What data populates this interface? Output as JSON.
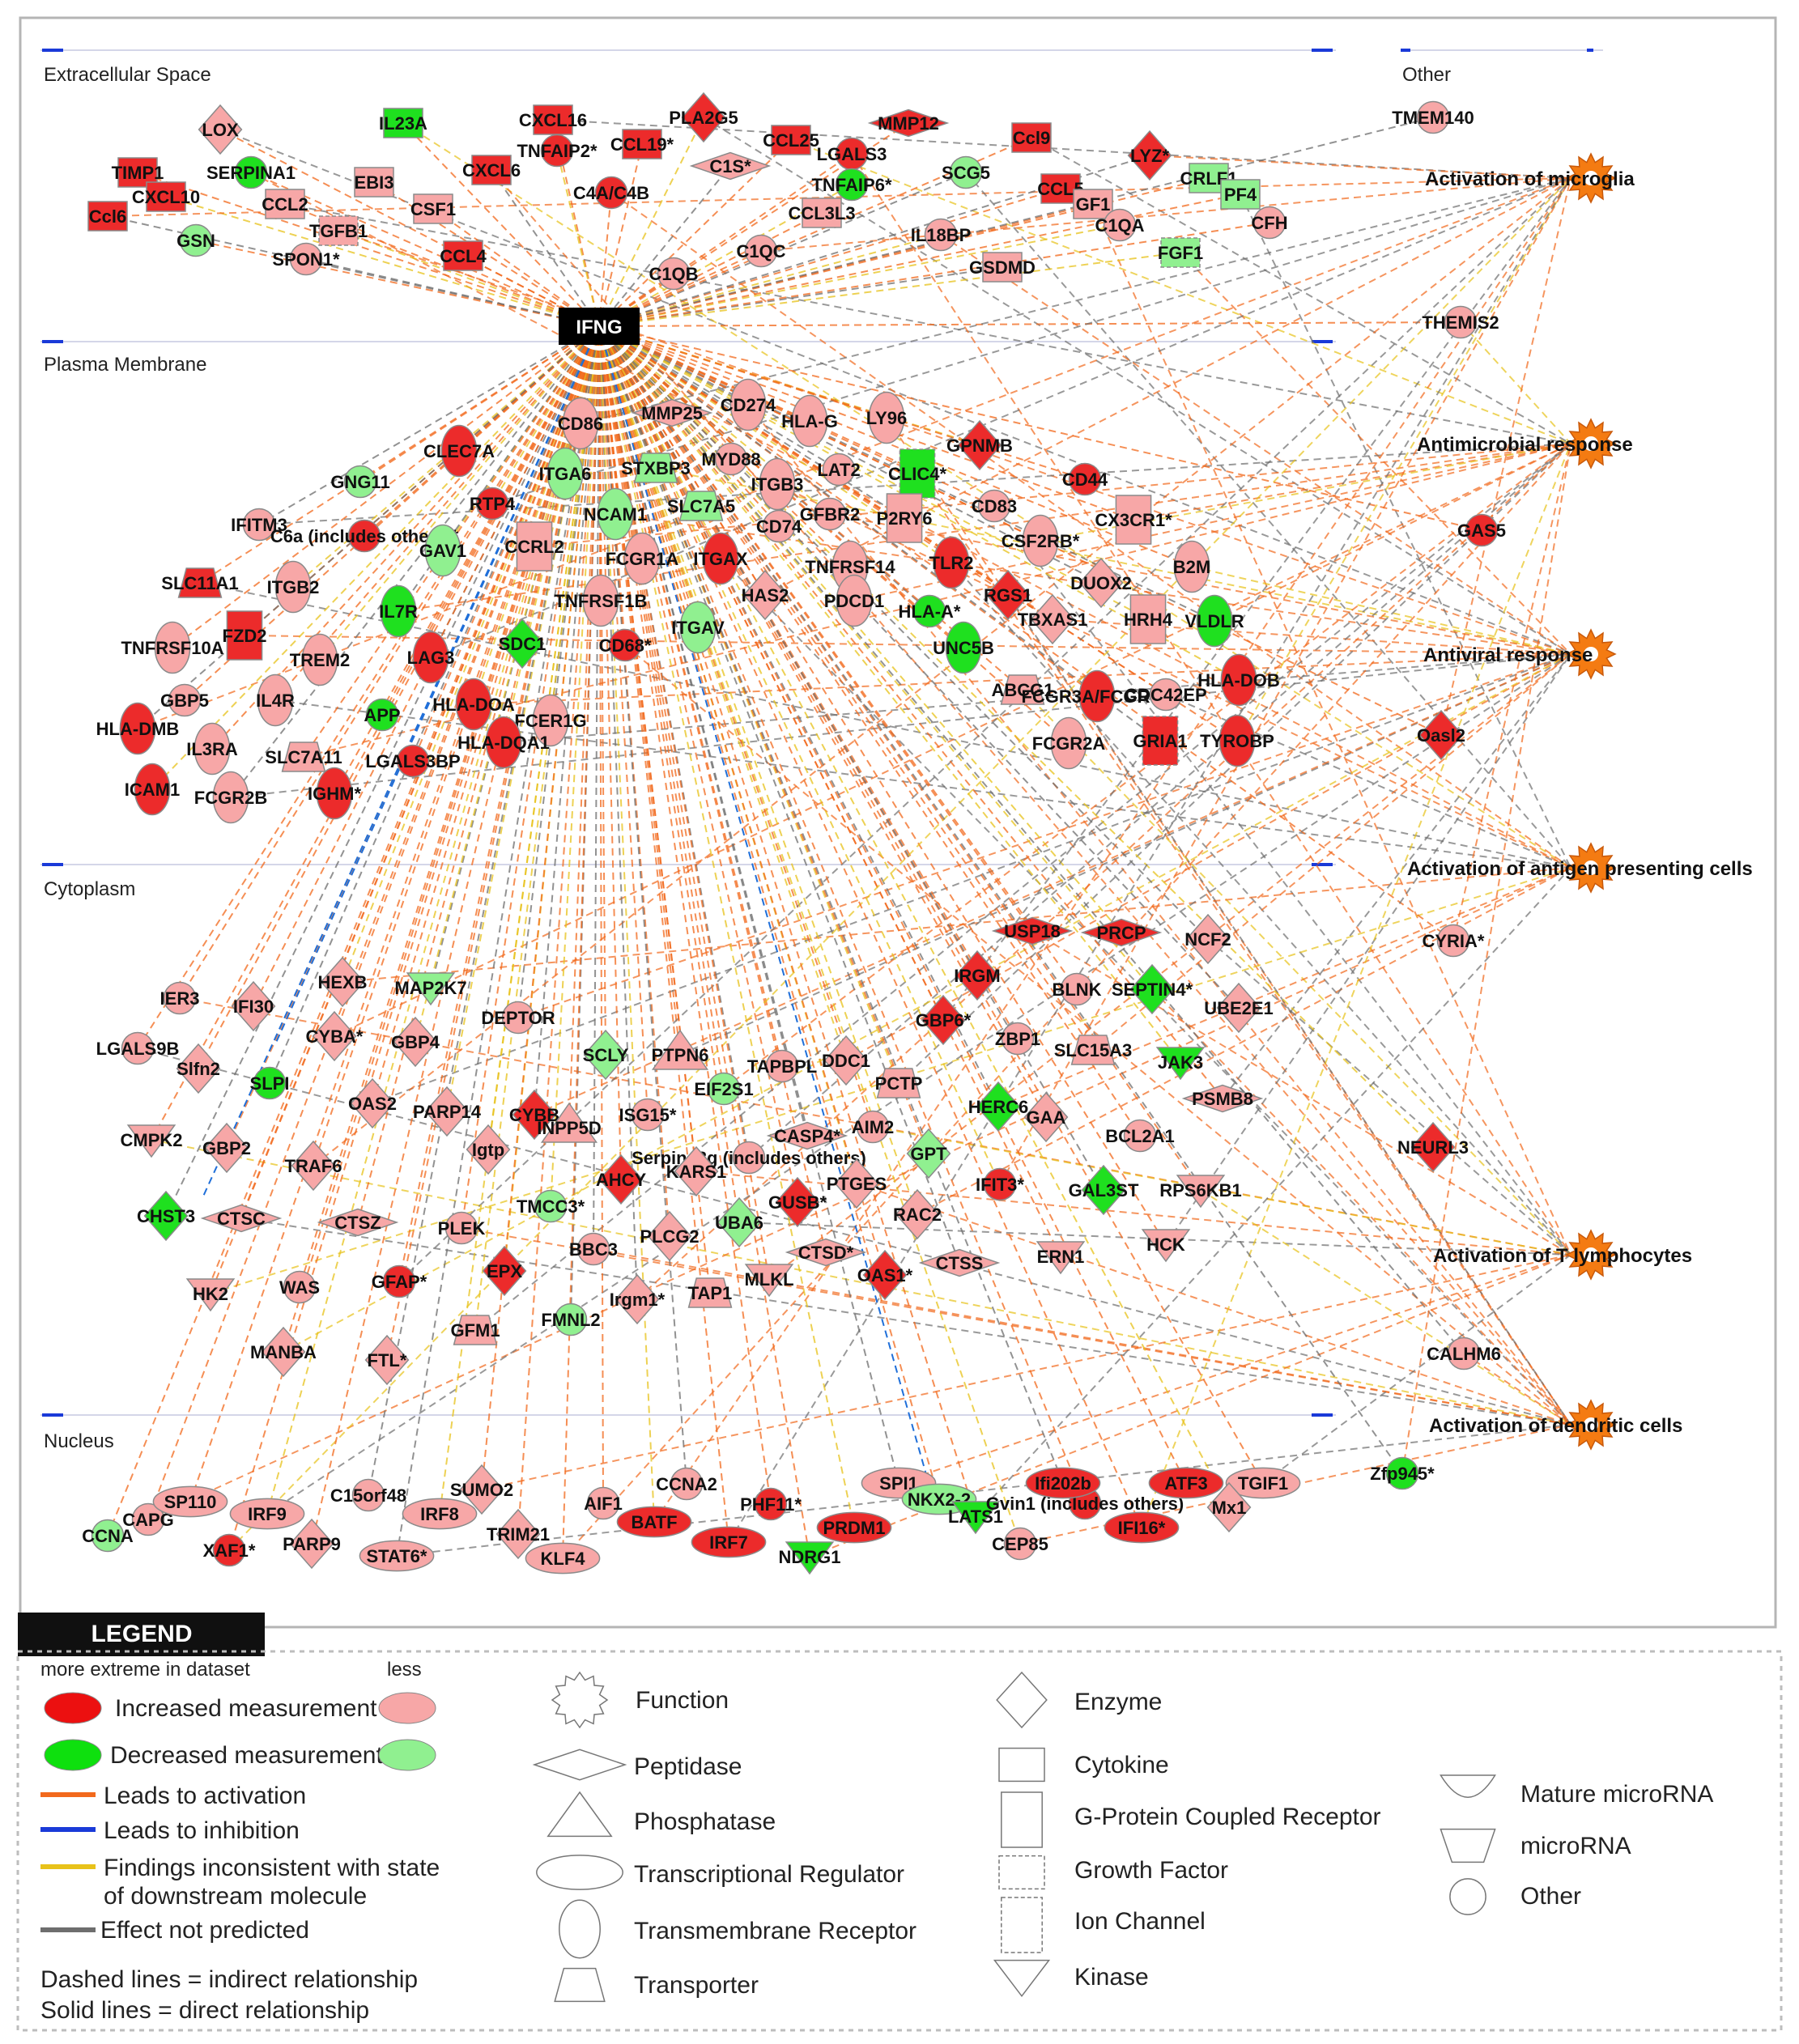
{
  "center": "IFNG",
  "locations": [
    "Extracellular Space",
    "Other",
    "Plasma Membrane",
    "Cytoplasm",
    "Nucleus"
  ],
  "functions": [
    "Activation of microglia",
    "Antimicrobial response",
    "Antiviral response",
    "Activation of antigen presenting cells",
    "Activation of T lymphocytes",
    "Activation of dendritic cells"
  ],
  "nodes": [
    [
      "LOX",
      "enzyme",
      "lp"
    ],
    [
      "TIMP1",
      "cytokine",
      "r"
    ],
    [
      "SERPINA1",
      "other",
      "g"
    ],
    [
      "CXCL10",
      "cytokine",
      "r"
    ],
    [
      "Ccl6",
      "cytokine",
      "r"
    ],
    [
      "GSN",
      "other",
      "lg"
    ],
    [
      "CCL2",
      "cytokine",
      "lp"
    ],
    [
      "EBI3",
      "cytokine",
      "lp"
    ],
    [
      "TGFB1",
      "growth",
      "lp"
    ],
    [
      "SPON1*",
      "other",
      "lp"
    ],
    [
      "IL23A",
      "cytokine",
      "g"
    ],
    [
      "CSF1",
      "cytokine",
      "lp"
    ],
    [
      "CXCL16",
      "cytokine",
      "r"
    ],
    [
      "TNFAIP2*",
      "other",
      "r"
    ],
    [
      "CXCL6",
      "cytokine",
      "r"
    ],
    [
      "CCL4",
      "cytokine",
      "r"
    ],
    [
      "C4A/C4B",
      "other",
      "r"
    ],
    [
      "CCL19*",
      "cytokine",
      "r"
    ],
    [
      "PLA2G5",
      "enzyme",
      "r"
    ],
    [
      "C1S*",
      "peptidase",
      "lp"
    ],
    [
      "CCL25",
      "cytokine",
      "r"
    ],
    [
      "MMP12",
      "peptidase",
      "r"
    ],
    [
      "LGALS3",
      "other",
      "r"
    ],
    [
      "TNFAIP6*",
      "other",
      "g"
    ],
    [
      "SCG5",
      "other",
      "lg"
    ],
    [
      "CCL3L3",
      "cytokine",
      "lp"
    ],
    [
      "C1QC",
      "other",
      "lp"
    ],
    [
      "C1QB",
      "other",
      "lp"
    ],
    [
      "IL18BP",
      "other",
      "lp"
    ],
    [
      "GSDMD",
      "cytokine",
      "lp"
    ],
    [
      "Ccl9",
      "cytokine",
      "r"
    ],
    [
      "CCL5",
      "cytokine",
      "r"
    ],
    [
      "GF1",
      "cytokine",
      "lp"
    ],
    [
      "C1QA",
      "other",
      "lp"
    ],
    [
      "LYZ*",
      "enzyme",
      "r"
    ],
    [
      "CRLF1",
      "cytokine",
      "lg"
    ],
    [
      "PF4",
      "cytokine",
      "lg"
    ],
    [
      "CFH",
      "other",
      "lp"
    ],
    [
      "FGF1",
      "growth",
      "lg"
    ],
    [
      "TMEM140",
      "other",
      "lp"
    ],
    [
      "THEMIS2",
      "other",
      "lp"
    ],
    [
      "CLEC7A",
      "tmr",
      "r"
    ],
    [
      "CD86",
      "tmr",
      "lp"
    ],
    [
      "MMP25",
      "peptidase",
      "lp"
    ],
    [
      "CD274",
      "tmr",
      "lp"
    ],
    [
      "HLA-G",
      "tmr",
      "lp"
    ],
    [
      "LY96",
      "tmr",
      "lp"
    ],
    [
      "GNG11",
      "other",
      "lg"
    ],
    [
      "RTP4",
      "other",
      "r"
    ],
    [
      "ITGA6",
      "tmr",
      "lg"
    ],
    [
      "STXBP3",
      "transporter",
      "lg"
    ],
    [
      "MYD88",
      "other",
      "lp"
    ],
    [
      "CLIC4*",
      "ion",
      "g"
    ],
    [
      "GPNMB",
      "enzyme",
      "r"
    ],
    [
      "IFITM3",
      "other",
      "lp"
    ],
    [
      "C6a (includes others)*",
      "other",
      "r"
    ],
    [
      "NCAM1",
      "tmr",
      "lg"
    ],
    [
      "SLC7A5",
      "transporter",
      "lg"
    ],
    [
      "ITGB3",
      "tmr",
      "lp"
    ],
    [
      "LAT2",
      "other",
      "lp"
    ],
    [
      "CD83",
      "other",
      "lp"
    ],
    [
      "CD44",
      "other",
      "r"
    ],
    [
      "CX3CR1*",
      "gpcr",
      "lp"
    ],
    [
      "GAV1",
      "tmr",
      "lg"
    ],
    [
      "CCRL2",
      "gpcr",
      "lp"
    ],
    [
      "FCGR1A",
      "tmr",
      "lp"
    ],
    [
      "ITGAX",
      "tmr",
      "r"
    ],
    [
      "CD74",
      "other",
      "lp"
    ],
    [
      "GFBR2",
      "other",
      "lp"
    ],
    [
      "P2RY6",
      "gpcr",
      "lp"
    ],
    [
      "CSF2RB*",
      "tmr",
      "lp"
    ],
    [
      "GAS5",
      "other",
      "r"
    ],
    [
      "SLC11A1",
      "transporter",
      "r"
    ],
    [
      "ITGB2",
      "tmr",
      "lp"
    ],
    [
      "IL7R",
      "tmr",
      "g"
    ],
    [
      "TNFRSF1B",
      "tmr",
      "lp"
    ],
    [
      "HAS2",
      "enzyme",
      "lp"
    ],
    [
      "TNFRSF14",
      "tmr",
      "lp"
    ],
    [
      "TLR2",
      "tmr",
      "r"
    ],
    [
      "DUOX2",
      "enzyme",
      "lp"
    ],
    [
      "B2M",
      "tmr",
      "lp"
    ],
    [
      "TNFRSF10A",
      "tmr",
      "lp"
    ],
    [
      "FZD2",
      "gpcr",
      "r"
    ],
    [
      "TREM2",
      "tmr",
      "lp"
    ],
    [
      "LAG3",
      "tmr",
      "r"
    ],
    [
      "SDC1",
      "enzyme",
      "g"
    ],
    [
      "CD68*",
      "other",
      "r"
    ],
    [
      "ITGAV",
      "tmr",
      "lg"
    ],
    [
      "PDCD1",
      "tmr",
      "lp"
    ],
    [
      "HLA-A*",
      "other",
      "g"
    ],
    [
      "RGS1",
      "enzyme",
      "r"
    ],
    [
      "UNC5B",
      "tmr",
      "g"
    ],
    [
      "TBXAS1",
      "enzyme",
      "lp"
    ],
    [
      "HRH4",
      "gpcr",
      "lp"
    ],
    [
      "VLDLR",
      "tmr",
      "g"
    ],
    [
      "GBP5",
      "other",
      "lp"
    ],
    [
      "IL4R",
      "tmr",
      "lp"
    ],
    [
      "APP",
      "other",
      "g"
    ],
    [
      "HLA-DOA",
      "tmr",
      "r"
    ],
    [
      "FCER1G",
      "tmr",
      "lp"
    ],
    [
      "ABCG1",
      "transporter",
      "lp"
    ],
    [
      "FCGR3A/FCGR3B",
      "tmr",
      "r"
    ],
    [
      "CDC42EP",
      "other",
      "lp"
    ],
    [
      "HLA-DOB",
      "tmr",
      "r"
    ],
    [
      "HLA-DMB",
      "tmr",
      "r"
    ],
    [
      "IL3RA",
      "tmr",
      "lp"
    ],
    [
      "SLC7A11",
      "transporter",
      "lp"
    ],
    [
      "LGALS3BP",
      "other",
      "r"
    ],
    [
      "HLA-DQA1",
      "tmr",
      "r"
    ],
    [
      "GRIA1",
      "ion",
      "r"
    ],
    [
      "TYROBP",
      "tmr",
      "r"
    ],
    [
      "FCGR2A",
      "tmr",
      "lp"
    ],
    [
      "Oasl2",
      "enzyme",
      "r"
    ],
    [
      "ICAM1",
      "tmr",
      "r"
    ],
    [
      "FCGR2B",
      "tmr",
      "lp"
    ],
    [
      "IGHM*",
      "tmr",
      "r"
    ],
    [
      "IER3",
      "other",
      "lp"
    ],
    [
      "IFI30",
      "enzyme",
      "lp"
    ],
    [
      "HEXB",
      "enzyme",
      "lp"
    ],
    [
      "MAP2K7",
      "kinase",
      "lg"
    ],
    [
      "LGALS9B",
      "other",
      "lp"
    ],
    [
      "Slfn2",
      "enzyme",
      "lp"
    ],
    [
      "CYBA*",
      "enzyme",
      "lp"
    ],
    [
      "GBP4",
      "enzyme",
      "lp"
    ],
    [
      "DEPTOR",
      "other",
      "lp"
    ],
    [
      "SCLY",
      "enzyme",
      "lg"
    ],
    [
      "PTPN6",
      "phosphatase",
      "lp"
    ],
    [
      "TAPBPL",
      "other",
      "lp"
    ],
    [
      "DDC1",
      "enzyme",
      "lp"
    ],
    [
      "SLPI",
      "other",
      "g"
    ],
    [
      "CMPK2",
      "kinase",
      "lp"
    ],
    [
      "GBP2",
      "enzyme",
      "lp"
    ],
    [
      "OAS2",
      "enzyme",
      "lp"
    ],
    [
      "PARP14",
      "enzyme",
      "lp"
    ],
    [
      "CYBB",
      "enzyme",
      "r"
    ],
    [
      "INPP5D",
      "phosphatase",
      "lp"
    ],
    [
      "EIF2S1",
      "other",
      "lg"
    ],
    [
      "ISG15*",
      "other",
      "lp"
    ],
    [
      "PCTP",
      "transporter",
      "lp"
    ],
    [
      "CASP4*",
      "peptidase",
      "lp"
    ],
    [
      "AIM2",
      "other",
      "lp"
    ],
    [
      "GPT",
      "enzyme",
      "lg"
    ],
    [
      "TRAF6",
      "enzyme",
      "lp"
    ],
    [
      "Igtp",
      "enzyme",
      "lp"
    ],
    [
      "Serpina3g (includes others)",
      "other",
      "lp"
    ],
    [
      "AHCY",
      "enzyme",
      "r"
    ],
    [
      "KARS1",
      "enzyme",
      "lp"
    ],
    [
      "GUSB*",
      "enzyme",
      "r"
    ],
    [
      "PTGES",
      "enzyme",
      "lp"
    ],
    [
      "CHST3",
      "enzyme",
      "g"
    ],
    [
      "CTSC",
      "peptidase",
      "lp"
    ],
    [
      "CTSZ",
      "peptidase",
      "lp"
    ],
    [
      "PLEK",
      "other",
      "lp"
    ],
    [
      "TMCC3*",
      "other",
      "lg"
    ],
    [
      "BBC3",
      "other",
      "lp"
    ],
    [
      "PLCG2",
      "enzyme",
      "lp"
    ],
    [
      "UBA6",
      "enzyme",
      "lg"
    ],
    [
      "CTSD*",
      "peptidase",
      "lp"
    ],
    [
      "RAC2",
      "enzyme",
      "lp"
    ],
    [
      "CTSS",
      "peptidase",
      "lp"
    ],
    [
      "HK2",
      "kinase",
      "lp"
    ],
    [
      "WAS",
      "other",
      "lp"
    ],
    [
      "GFAP*",
      "other",
      "r"
    ],
    [
      "EPX",
      "enzyme",
      "r"
    ],
    [
      "Irgm1*",
      "enzyme",
      "lp"
    ],
    [
      "TAP1",
      "transporter",
      "lp"
    ],
    [
      "MLKL",
      "kinase",
      "lp"
    ],
    [
      "OAS1*",
      "enzyme",
      "r"
    ],
    [
      "GFM1",
      "transporter",
      "lp"
    ],
    [
      "FMNL2",
      "other",
      "lg"
    ],
    [
      "MANBA",
      "enzyme",
      "lp"
    ],
    [
      "FTL*",
      "enzyme",
      "lp"
    ],
    [
      "USP18",
      "peptidase",
      "r"
    ],
    [
      "PRCP",
      "peptidase",
      "r"
    ],
    [
      "NCF2",
      "enzyme",
      "lp"
    ],
    [
      "IRGM",
      "enzyme",
      "r"
    ],
    [
      "CYRIA*",
      "other",
      "lp"
    ],
    [
      "BLNK",
      "other",
      "lp"
    ],
    [
      "SEPTIN4*",
      "enzyme",
      "g"
    ],
    [
      "UBE2E1",
      "enzyme",
      "lp"
    ],
    [
      "GBP6*",
      "enzyme",
      "r"
    ],
    [
      "ZBP1",
      "other",
      "lp"
    ],
    [
      "SLC15A3",
      "transporter",
      "lp"
    ],
    [
      "JAK3",
      "kinase",
      "g"
    ],
    [
      "HERC6",
      "enzyme",
      "g"
    ],
    [
      "GAA",
      "enzyme",
      "lp"
    ],
    [
      "PSMB8",
      "peptidase",
      "lp"
    ],
    [
      "BCL2A1",
      "other",
      "lp"
    ],
    [
      "IFIT3*",
      "other",
      "r"
    ],
    [
      "GAL3ST",
      "enzyme",
      "g"
    ],
    [
      "RPS6KB1",
      "kinase",
      "lp"
    ],
    [
      "ERN1",
      "kinase",
      "lp"
    ],
    [
      "HCK",
      "kinase",
      "lp"
    ],
    [
      "NEURL3",
      "enzyme",
      "r"
    ],
    [
      "CALHM6",
      "other",
      "lp"
    ],
    [
      "CCNA",
      "other",
      "lg"
    ],
    [
      "CAPG",
      "other",
      "lp"
    ],
    [
      "SP110",
      "transcr",
      "lp"
    ],
    [
      "IRF9",
      "transcr",
      "lp"
    ],
    [
      "C15orf48",
      "other",
      "lp"
    ],
    [
      "XAF1*",
      "other",
      "r"
    ],
    [
      "PARP9",
      "enzyme",
      "lp"
    ],
    [
      "SUMO2",
      "enzyme",
      "lp"
    ],
    [
      "IRF8",
      "transcr",
      "lp"
    ],
    [
      "STAT6*",
      "transcr",
      "lp"
    ],
    [
      "TRIM21",
      "enzyme",
      "lp"
    ],
    [
      "KLF4",
      "transcr",
      "lp"
    ],
    [
      "AIF1",
      "other",
      "lp"
    ],
    [
      "BATF",
      "transcr",
      "r"
    ],
    [
      "CCNA2",
      "other",
      "lp"
    ],
    [
      "IRF7",
      "transcr",
      "r"
    ],
    [
      "PHF11*",
      "other",
      "r"
    ],
    [
      "NDRG1",
      "kinase",
      "g"
    ],
    [
      "PRDM1",
      "transcr",
      "r"
    ],
    [
      "SPI1",
      "transcr",
      "lp"
    ],
    [
      "NKX2-2",
      "transcr",
      "lg"
    ],
    [
      "LATS1",
      "kinase",
      "g"
    ],
    [
      "Gvin1 (includes others)",
      "other",
      "r"
    ],
    [
      "CEP85",
      "other",
      "lp"
    ],
    [
      "Ifi202b",
      "transcr",
      "r"
    ],
    [
      "IFI16*",
      "transcr",
      "r"
    ],
    [
      "ATF3",
      "transcr",
      "r"
    ],
    [
      "TGIF1",
      "transcr",
      "lp"
    ],
    [
      "Mx1",
      "enzyme",
      "lp"
    ],
    [
      "Zfp945*",
      "other",
      "g"
    ]
  ],
  "legend": {
    "title": "LEGEND",
    "more_extreme": "more extreme in dataset",
    "less": "less",
    "increased": "Increased measurement",
    "decreased": "Decreased measurement",
    "activation": "Leads to activation",
    "inhibition": "Leads to inhibition",
    "inconsistent": "Findings inconsistent with state",
    "inconsistent2": "of downstream molecule",
    "not_predicted": "Effect not predicted",
    "dashed": "Dashed lines = indirect relationship",
    "solid": "Solid lines = direct relationship",
    "shapes": [
      [
        "function",
        "Function"
      ],
      [
        "peptidase",
        "Peptidase"
      ],
      [
        "phosphatase",
        "Phosphatase"
      ],
      [
        "transcr",
        "Transcriptional Regulator"
      ],
      [
        "tmr",
        "Transmembrane Receptor"
      ],
      [
        "transporter",
        "Transporter"
      ],
      [
        "enzyme",
        "Enzyme"
      ],
      [
        "cytokine",
        "Cytokine"
      ],
      [
        "gpcr",
        "G-Protein Coupled Receptor"
      ],
      [
        "growth",
        "Growth Factor"
      ],
      [
        "ion",
        "Ion Channel"
      ],
      [
        "kinase",
        "Kinase"
      ],
      [
        "mirna",
        "Mature microRNA"
      ],
      [
        "mirna2",
        "microRNA"
      ],
      [
        "other",
        "Other"
      ]
    ]
  },
  "colors": {
    "r": "#ec2b2b",
    "lp": "#f7a7a7",
    "g": "#1fe01f",
    "lg": "#90f090",
    "activation": "#f2691c",
    "inhibition": "#1f6fd9",
    "inconsistent": "#e8c21a",
    "not_predicted": "#6e6e6e",
    "func": "#f47b12"
  }
}
